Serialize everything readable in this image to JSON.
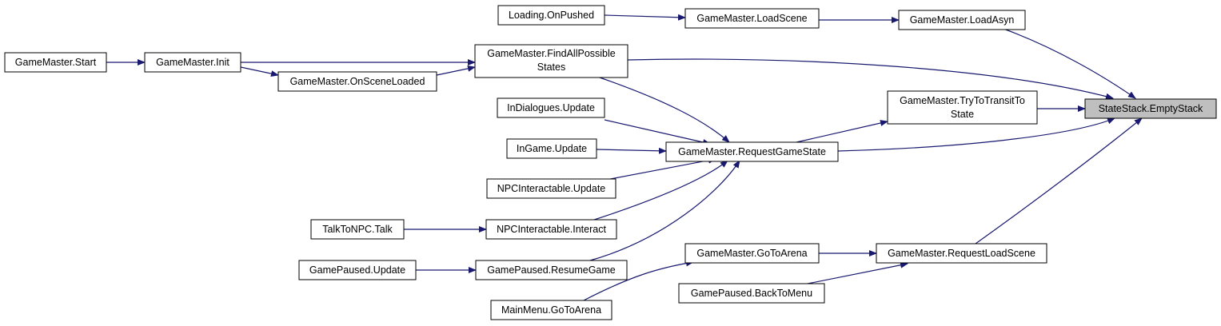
{
  "diagram": {
    "colors": {
      "edge": "#191970",
      "node_border": "#000000",
      "node_fill": "#ffffff",
      "root_fill": "#bfbfbf"
    },
    "root": {
      "label": "StateStack.EmptyStack"
    },
    "nodes": {
      "start": {
        "label": "GameMaster.Start"
      },
      "init": {
        "label": "GameMaster.Init"
      },
      "on_scene_loaded": {
        "label": "GameMaster.OnSceneLoaded"
      },
      "loading_onpushed": {
        "label": "Loading.OnPushed"
      },
      "load_scene": {
        "label": "GameMaster.LoadScene"
      },
      "load_asyn": {
        "label": "GameMaster.LoadAsyn"
      },
      "find_all_states": {
        "lines": [
          "GameMaster.FindAllPossible",
          "States"
        ]
      },
      "in_dialogues_update": {
        "label": "InDialogues.Update"
      },
      "in_game_update": {
        "label": "InGame.Update"
      },
      "npc_update": {
        "label": "NPCInteractable.Update"
      },
      "talk": {
        "label": "TalkToNPC.Talk"
      },
      "npc_interact": {
        "label": "NPCInteractable.Interact"
      },
      "gamepaused_update": {
        "label": "GamePaused.Update"
      },
      "resume_game": {
        "label": "GamePaused.ResumeGame"
      },
      "mainmenu_gotoarena": {
        "label": "MainMenu.GoToArena"
      },
      "gm_gotoarena": {
        "label": "GameMaster.GoToArena"
      },
      "back_to_menu": {
        "label": "GamePaused.BackToMenu"
      },
      "request_game_state": {
        "label": "GameMaster.RequestGameState"
      },
      "try_transit": {
        "lines": [
          "GameMaster.TryToTransitTo",
          "State"
        ]
      },
      "request_load_scene": {
        "label": "GameMaster.RequestLoadScene"
      }
    }
  }
}
